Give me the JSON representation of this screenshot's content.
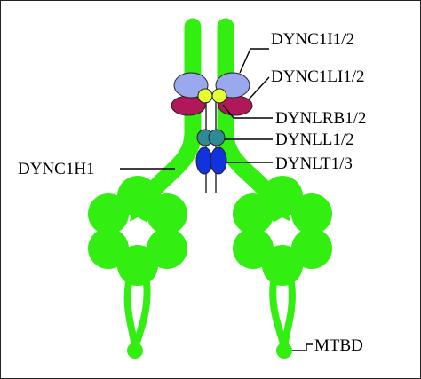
{
  "labels": {
    "dync1i": "DYNC1I1/2",
    "dync1li": "DYNC1LI1/2",
    "dynlrb": "DYNLRB1/2",
    "dynll": "DYNLL1/2",
    "dynlt": "DYNLT1/3",
    "dync1h1": "DYNC1H1",
    "mtbd": "MTBD"
  },
  "colors": {
    "heavy_chain": "#33ee11",
    "intermediate_chain": "#9aa8f0",
    "light_intermediate_chain": "#b0185a",
    "roadblock": "#e6ff33",
    "dynll": "#2e8a94",
    "dynlt": "#1133dd",
    "border": "#222222",
    "text": "#000000"
  }
}
